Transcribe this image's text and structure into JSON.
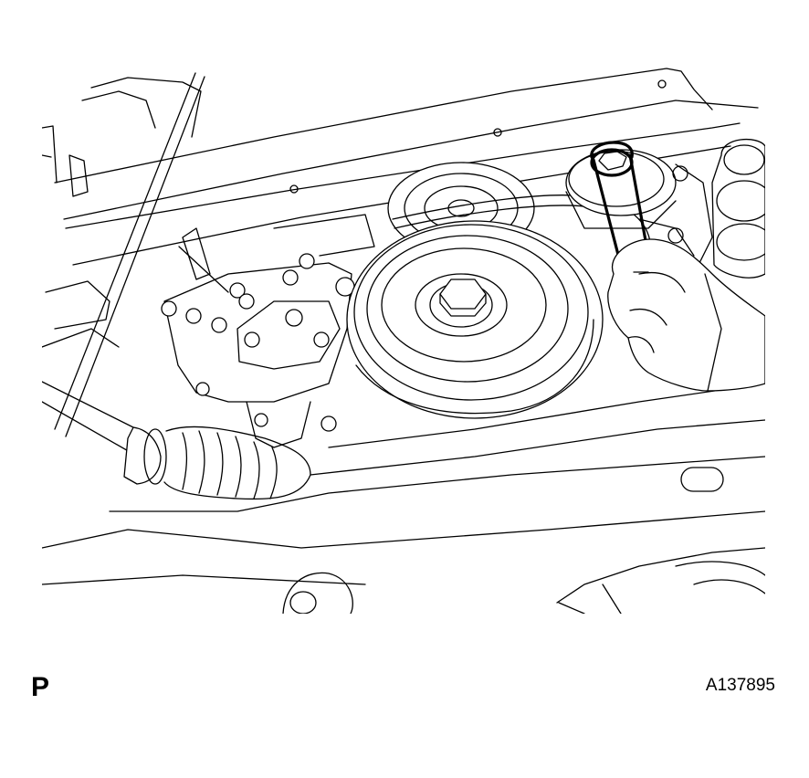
{
  "figure": {
    "view_letter": "P",
    "figure_id": "A137895",
    "icons": [
      "engine-belt-illustration",
      "crankshaft-pulley-icon",
      "idler-pulley-icon",
      "wrench-icon",
      "hand-icon",
      "drive-shaft-icon",
      "belt-tensioner-icon"
    ],
    "colors": {
      "line": "#000000",
      "background": "#ffffff"
    }
  }
}
